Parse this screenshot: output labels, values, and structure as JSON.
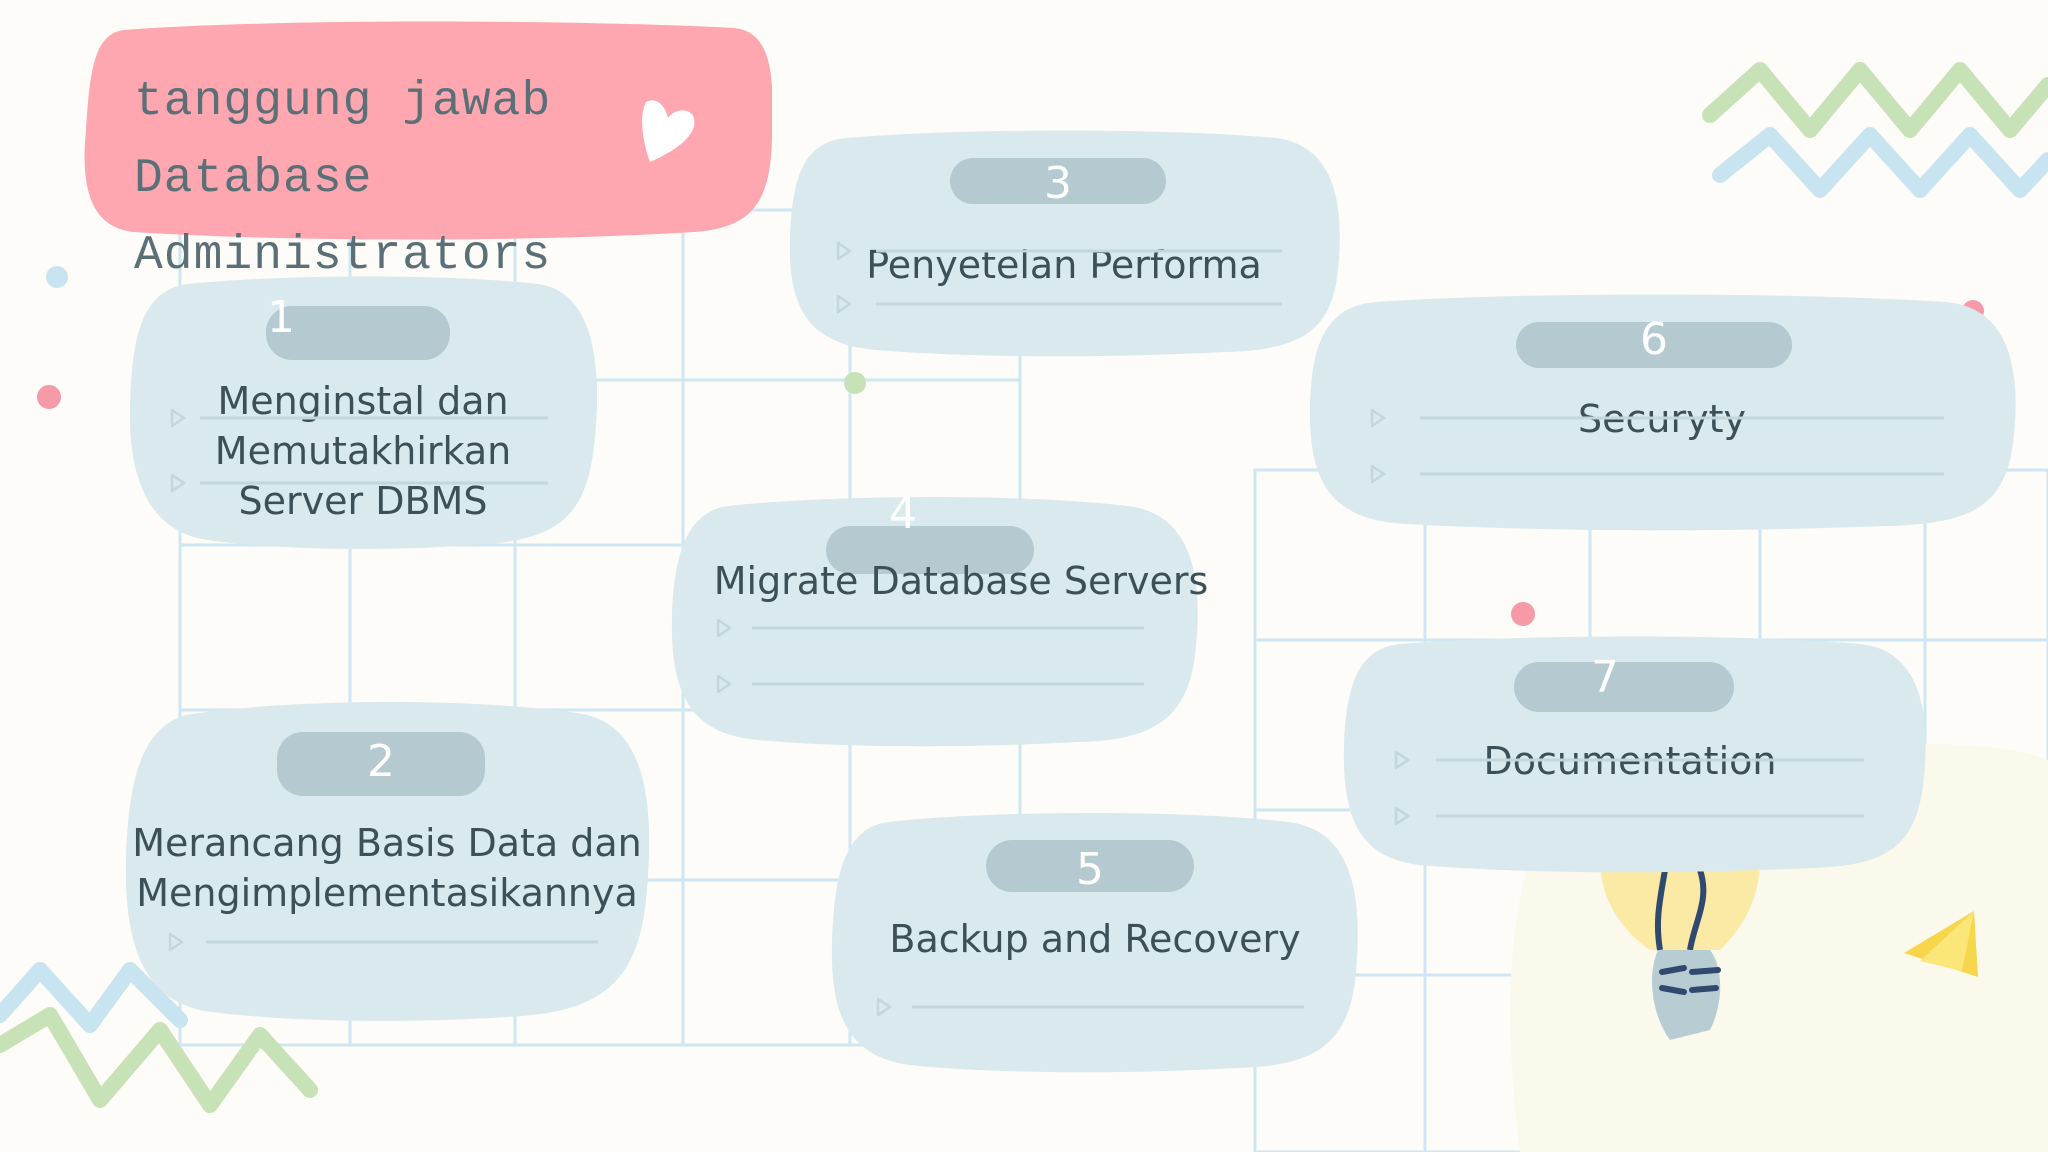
{
  "title": "tanggung jawab\nDatabase\nAdministrators",
  "items": [
    {
      "number": "1",
      "label": "Menginstal dan Memutakhirkan Server DBMS"
    },
    {
      "number": "2",
      "label": "Merancang Basis Data dan Mengimplementasikannya"
    },
    {
      "number": "3",
      "label": "Penyetelan Performa"
    },
    {
      "number": "4",
      "label": "Migrate Database Servers"
    },
    {
      "number": "5",
      "label": "Backup and Recovery"
    },
    {
      "number": "6",
      "label": "Securyty"
    },
    {
      "number": "7",
      "label": "Documentation"
    }
  ],
  "colors": {
    "card": "#d9e9ed",
    "pill": "#b4cad0",
    "title_blob": "#fea7b1",
    "zigzag_green": "#c6e2b6",
    "zigzag_blue": "#c7e4f0",
    "grid": "#cfe6f3",
    "bulb": "#fbe9a6"
  },
  "icons": [
    "heart-icon",
    "lightbulb-illustration",
    "paper-plane-icon",
    "zigzag-decoration"
  ]
}
